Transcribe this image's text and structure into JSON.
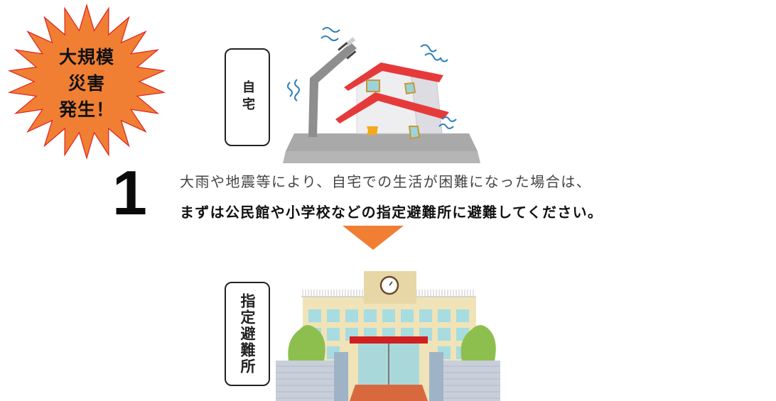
{
  "badge": {
    "lines": [
      "大規模",
      "災害",
      "発生！"
    ],
    "fill_color": "#F07F33",
    "stroke_color": "#E02020"
  },
  "home": {
    "label": "自宅",
    "illustration": "collapsed-house-earthquake"
  },
  "step": {
    "number": "1",
    "line1": "大雨や地震等により、自宅での生活が困難になった場合は、",
    "line2": "まずは公民館や小学校などの指定避難所に避難してください。"
  },
  "arrow": {
    "direction": "down",
    "color": "#F07F33"
  },
  "shelter": {
    "label": "指定避難所",
    "illustration": "school-building-shelter"
  }
}
